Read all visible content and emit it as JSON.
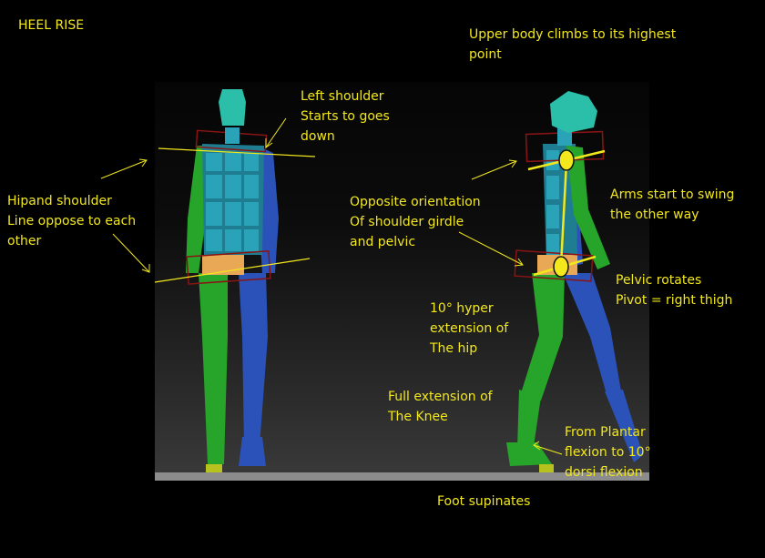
{
  "title": "HEEL RISE",
  "colors": {
    "text": "#f2e81c",
    "background": "#000000"
  },
  "annotations": {
    "upper_body": [
      "Upper body climbs to its highest",
      "point"
    ],
    "left_shoulder": [
      "Left shoulder",
      "Starts to goes",
      "down"
    ],
    "hip_shoulder": [
      "Hipand shoulder",
      "Line oppose to each",
      "other"
    ],
    "opposite_orientation": [
      "Opposite orientation",
      "Of shoulder girdle",
      "and pelvic"
    ],
    "arms_swing": [
      "Arms start to  swing",
      "the other way"
    ],
    "pelvic_rotates": [
      "Pelvic rotates",
      "Pivot = right thigh"
    ],
    "hyper_extension": [
      "10° hyper",
      "extension of",
      "The hip"
    ],
    "knee": [
      "Full extension of",
      "The Knee"
    ],
    "plantar": [
      "From Plantar",
      "flexion to  10°",
      "dorsi flexion"
    ],
    "foot": [
      "Foot supinates"
    ]
  }
}
